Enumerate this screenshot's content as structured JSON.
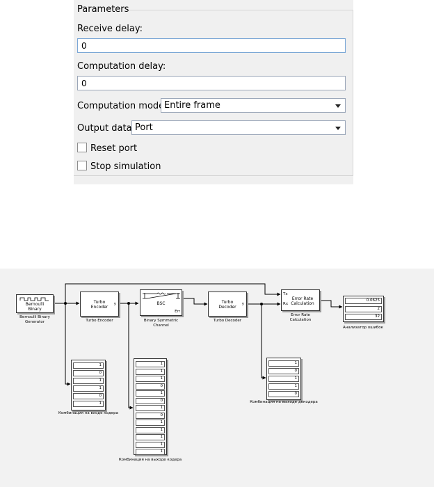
{
  "dialog": {
    "legend": "Parameters",
    "receive_delay_label": "Receive delay:",
    "receive_delay_value": "0",
    "computation_delay_label": "Computation delay:",
    "computation_delay_value": "0",
    "computation_mode_label": "Computation mode:",
    "computation_mode_value": "Entire frame",
    "output_data_label": "Output data:",
    "output_data_value": "Port",
    "reset_port_label": "Reset port",
    "reset_port_checked": false,
    "stop_simulation_label": "Stop simulation",
    "stop_simulation_checked": false
  },
  "model": {
    "bernoulli": {
      "title": "Bernoulli\nBinary",
      "name": "Bernoulli Binary\nGenerator"
    },
    "encoder": {
      "title": "Turbo\nEncoder",
      "port_out": "y",
      "name": "Turbo Encoder"
    },
    "bsc": {
      "title": "BSC",
      "port_err": "Err",
      "name": "Binary Symmetric\nChannel"
    },
    "decoder": {
      "title": "Turbo\nDecoder",
      "port_out": "y",
      "name": "Turbo Decoder"
    },
    "error_rate": {
      "title": "Error Rate\nCalculation",
      "port_tx": "Tx",
      "port_rx": "Rx",
      "name": "Error Rate\nCalculation"
    },
    "error_display": {
      "values": [
        "0.0625",
        "2",
        "32"
      ],
      "name": "Анализатор ошибок"
    },
    "display_encoder_input": {
      "values": [
        "1",
        "0",
        "1",
        "1",
        "0",
        "1"
      ],
      "name": "Комбинация на входе кодера"
    },
    "display_encoder_output": {
      "values": [
        "1",
        "1",
        "1",
        "0",
        "1",
        "0",
        "1",
        "0",
        "1",
        "1",
        "1",
        "1",
        "1"
      ],
      "name": "Комбинация на выходе кодера"
    },
    "display_decoder_output": {
      "values": [
        "1",
        "0",
        "1",
        "1",
        "0"
      ],
      "name": "Комбинация на выходе декодера"
    }
  }
}
